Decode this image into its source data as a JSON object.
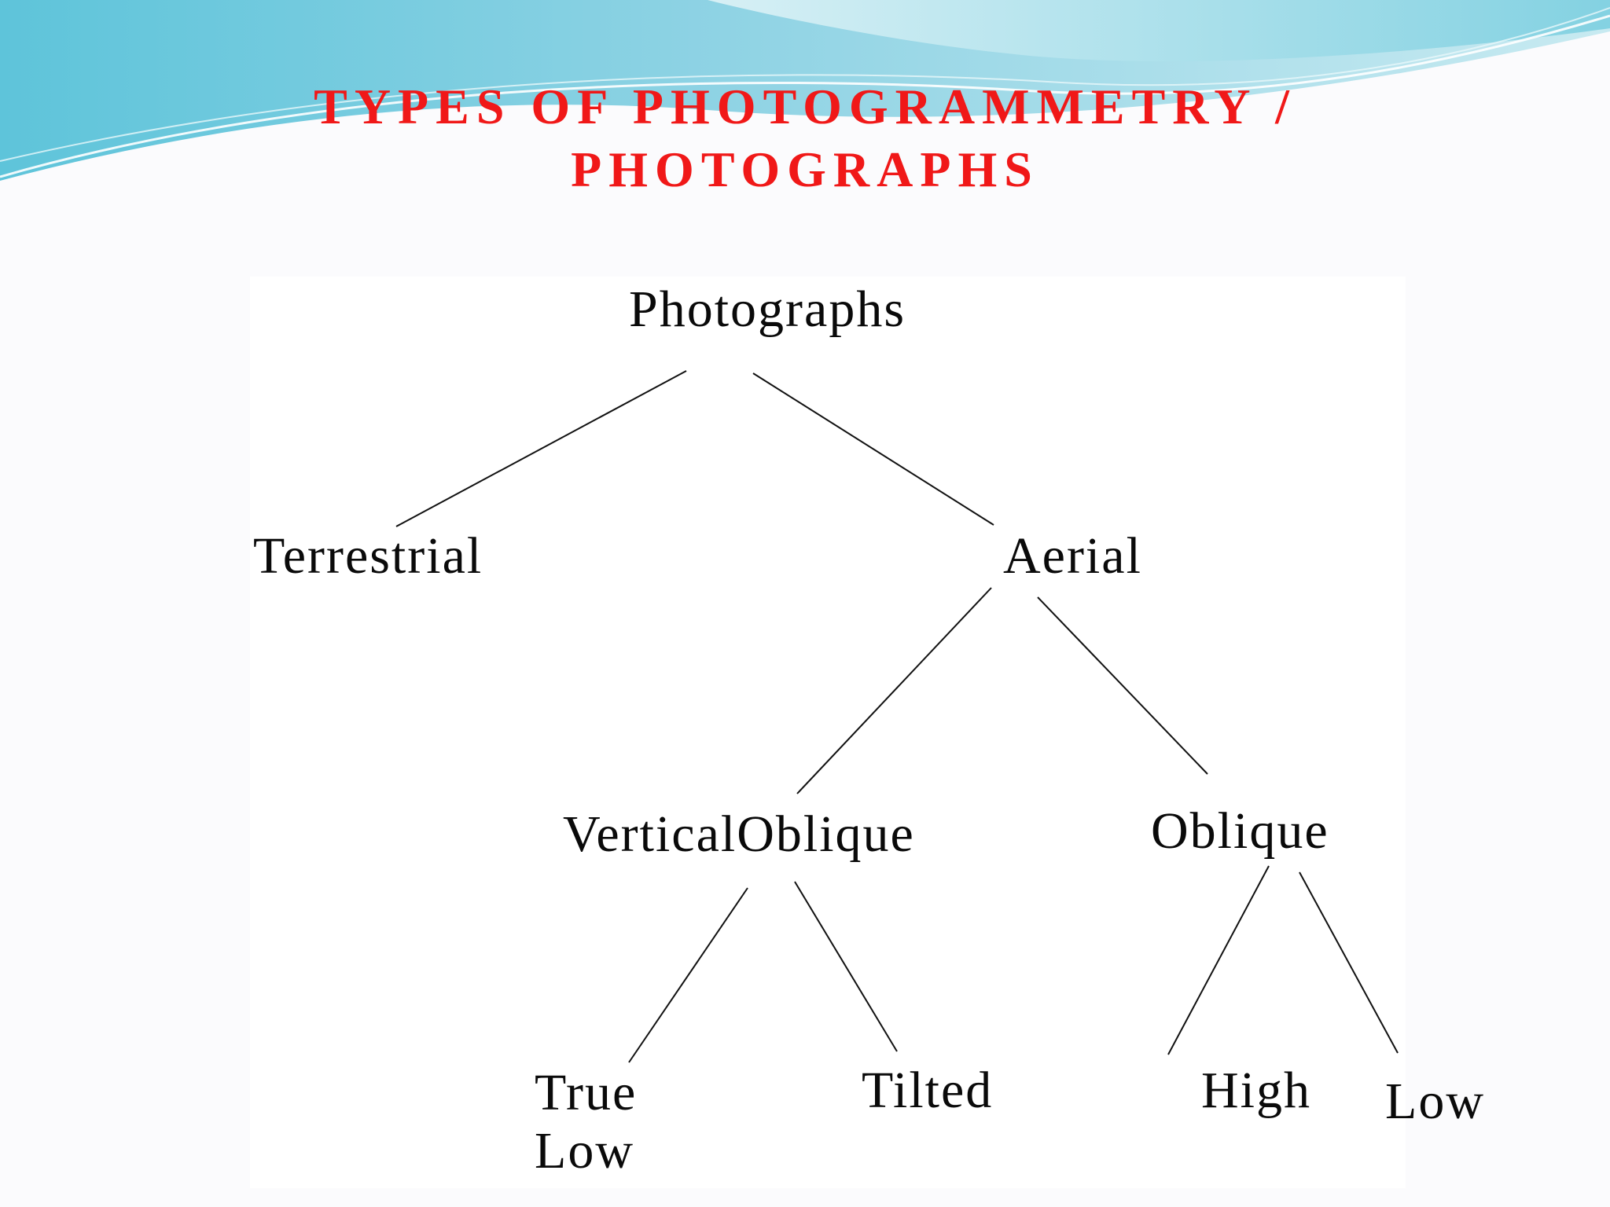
{
  "slide": {
    "title_line1": "TYPES OF PHOTOGRAMMETRY /",
    "title_line2": "PHOTOGRAPHS"
  },
  "colors": {
    "title": "#f01818",
    "wave_dark": "#62c6dc",
    "wave_light": "#bde6ef",
    "background": "#fbfbfd",
    "node_text": "#0a0a0a"
  },
  "tree": {
    "root": "Photographs",
    "terrestrial": "Terrestrial",
    "aerial": "Aerial",
    "vertical_oblique": "VerticalOblique",
    "oblique": "Oblique",
    "true_low_line1": "True",
    "true_low_line2": "Low",
    "tilted": "Tilted",
    "high": "High",
    "low": "Low"
  }
}
